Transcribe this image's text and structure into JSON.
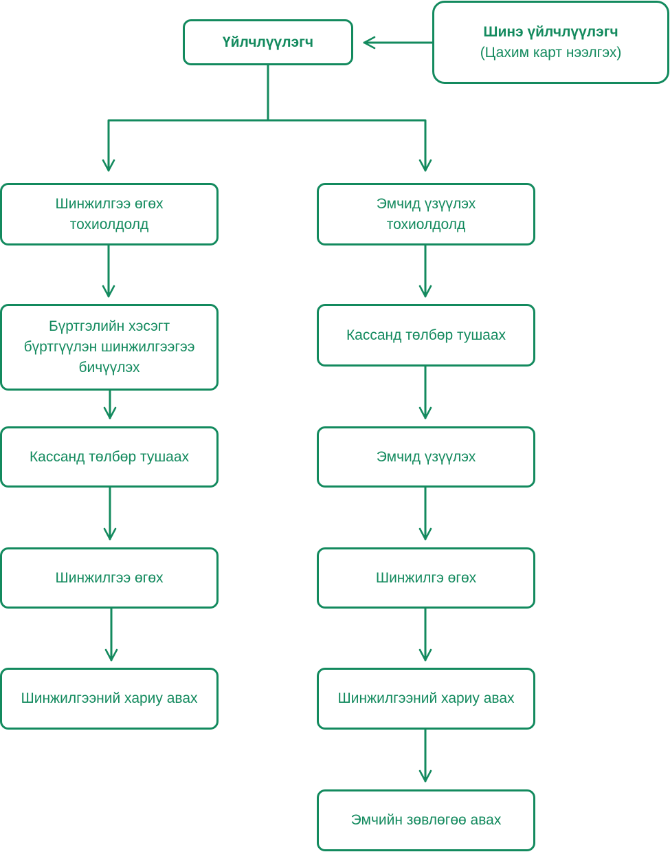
{
  "colors": {
    "accent": "#138a5e",
    "background": "#ffffff"
  },
  "nodes": {
    "user": {
      "lines": [
        "Үйлчлүүлэгч"
      ]
    },
    "new_user": {
      "lines": [
        "Шинэ үйлчлүүлэгч",
        "(Цахим карт нээлгэх)"
      ]
    },
    "left": [
      {
        "lines": [
          "Шинжилгээ өгөх",
          "тохиолдолд"
        ]
      },
      {
        "lines": [
          "Бүртгэлийн хэсэгт",
          "бүртгүүлэн шинжилгээгээ",
          "бичүүлэх"
        ]
      },
      {
        "lines": [
          "Кассанд төлбөр тушаах"
        ]
      },
      {
        "lines": [
          "Шинжилгээ өгөх"
        ]
      },
      {
        "lines": [
          "Шинжилгээний хариу авах"
        ]
      }
    ],
    "right": [
      {
        "lines": [
          "Эмчид үзүүлэх",
          "тохиолдолд"
        ]
      },
      {
        "lines": [
          "Кассанд төлбөр тушаах"
        ]
      },
      {
        "lines": [
          "Эмчид үзүүлэх"
        ]
      },
      {
        "lines": [
          "Шинжилгэ өгөх"
        ]
      },
      {
        "lines": [
          "Шинжилгээний хариу авах"
        ]
      },
      {
        "lines": [
          "Эмчийн зөвлөгөө авах"
        ]
      }
    ]
  }
}
